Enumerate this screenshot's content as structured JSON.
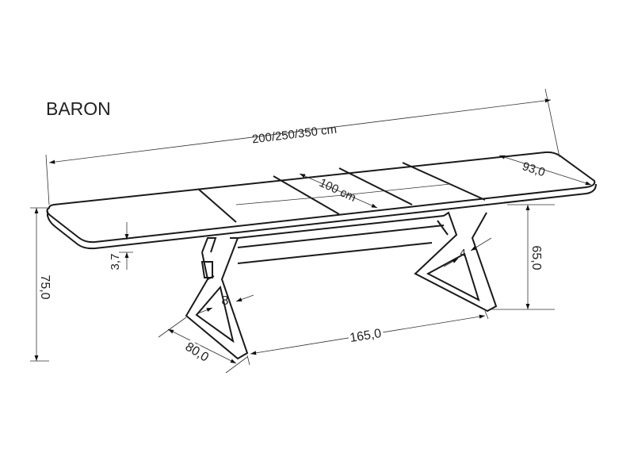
{
  "title": "BARON",
  "dimensions": {
    "length": "200/250/350 cm",
    "width": "93,0",
    "extension": "100 cm",
    "total_height": "75,0",
    "top_thickness": "3,7",
    "leg_height": "65,0",
    "leg_spacing": "165,0",
    "leg_depth": "80,0",
    "leg_width": "8",
    "leg_thickness": "4"
  }
}
